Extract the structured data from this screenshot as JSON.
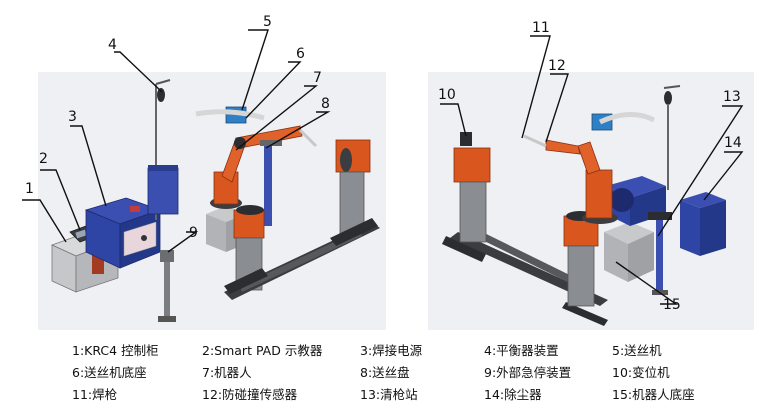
{
  "figure": {
    "callouts": [
      {
        "id": "1",
        "label": "1"
      },
      {
        "id": "2",
        "label": "2"
      },
      {
        "id": "3",
        "label": "3"
      },
      {
        "id": "4",
        "label": "4"
      },
      {
        "id": "5",
        "label": "5"
      },
      {
        "id": "6",
        "label": "6"
      },
      {
        "id": "7",
        "label": "7"
      },
      {
        "id": "8",
        "label": "8"
      },
      {
        "id": "9",
        "label": "9"
      },
      {
        "id": "10",
        "label": "10"
      },
      {
        "id": "11",
        "label": "11"
      },
      {
        "id": "12",
        "label": "12"
      },
      {
        "id": "13",
        "label": "13"
      },
      {
        "id": "14",
        "label": "14"
      },
      {
        "id": "15",
        "label": "15"
      }
    ],
    "legend": [
      [
        "1:KRC4 控制柜",
        "2:Smart PAD 示教器",
        "3:焊接电源",
        "4:平衡器装置",
        "5:送丝机"
      ],
      [
        "6:送丝机底座",
        "7:机器人",
        "8:送丝盘",
        "9:外部急停装置",
        "10:变位机"
      ],
      [
        "11:焊枪",
        "12:防碰撞传感器",
        "13:清枪站",
        "14:除尘器",
        "15:机器人底座"
      ]
    ],
    "colors": {
      "orange": "#d9571f",
      "blue": "#2f47a8",
      "gray": "#8a8d92",
      "dark": "#2b2d31",
      "panel": "#eff0f3"
    }
  }
}
